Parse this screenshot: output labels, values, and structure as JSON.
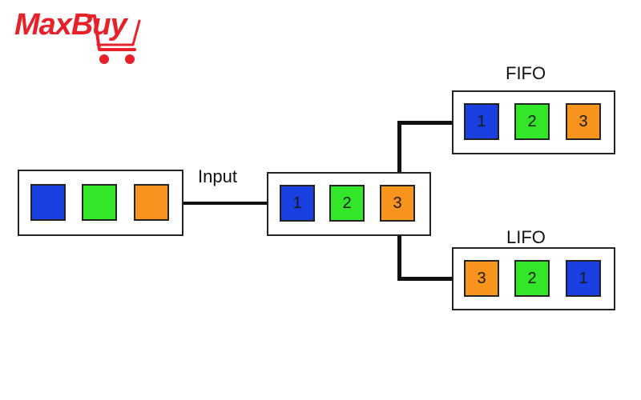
{
  "logo": {
    "text": "MaxBuy",
    "color": "#e8202a"
  },
  "colors": {
    "blue": "#1a3fe0",
    "green": "#34e62a",
    "orange": "#f7941d"
  },
  "source": {
    "cells": [
      {
        "color": "blue",
        "label": ""
      },
      {
        "color": "green",
        "label": ""
      },
      {
        "color": "orange",
        "label": ""
      }
    ]
  },
  "input": {
    "label": "Input",
    "cells": [
      {
        "color": "blue",
        "label": "1"
      },
      {
        "color": "green",
        "label": "2"
      },
      {
        "color": "orange",
        "label": "3"
      }
    ]
  },
  "fifo": {
    "label": "FIFO",
    "cells": [
      {
        "color": "blue",
        "label": "1"
      },
      {
        "color": "green",
        "label": "2"
      },
      {
        "color": "orange",
        "label": "3"
      }
    ]
  },
  "lifo": {
    "label": "LIFO",
    "cells": [
      {
        "color": "orange",
        "label": "3"
      },
      {
        "color": "green",
        "label": "2"
      },
      {
        "color": "blue",
        "label": "1"
      }
    ]
  }
}
